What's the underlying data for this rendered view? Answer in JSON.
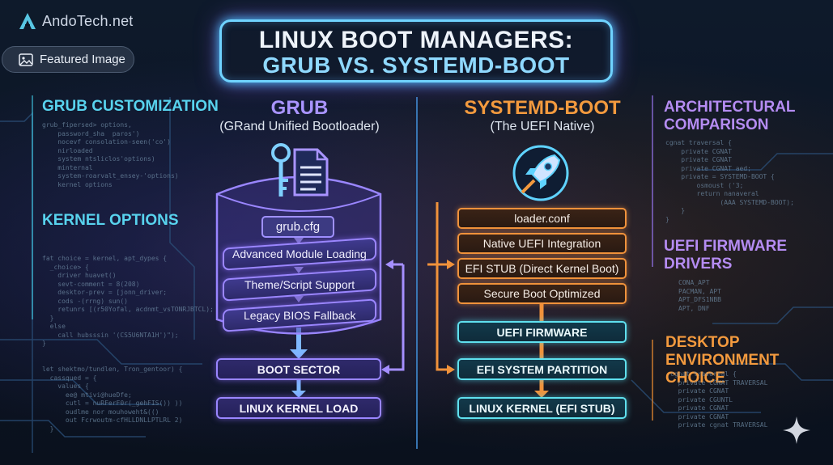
{
  "brand": {
    "name": "AndoTech.net",
    "logo_icon": "a-logo-icon",
    "color": "#58c6e3"
  },
  "badge": {
    "label": "Featured Image",
    "icon": "image-icon"
  },
  "title": {
    "line1": "LINUX BOOT MANAGERS:",
    "line2": "GRUB VS. SYSTEMD-BOOT"
  },
  "left_side": {
    "heading1": "GRUB CUSTOMIZATION",
    "heading2": "KERNEL OPTIONS"
  },
  "right_side": {
    "heading1_line1": "ARCHITECTURAL",
    "heading1_line2": "COMPARISON",
    "heading2_line1": "UEFI FIRMWARE",
    "heading2_line2": "DRIVERS",
    "heading3_line1": "DESKTOP ENVIRONMENT",
    "heading3_line2": "CHOICE"
  },
  "grub": {
    "title": "GRUB",
    "subtitle": "(GRand Unified Bootloader)",
    "icon": "key-and-file-icon",
    "cfg": "grub.cfg",
    "layers": [
      "Advanced Module Loading",
      "Theme/Script Support",
      "Legacy BIOS Fallback"
    ],
    "boot_sector": "BOOT SECTOR",
    "kernel_load": "LINUX KERNEL LOAD",
    "color": "#9b86ff"
  },
  "systemd": {
    "title": "SYSTEMD-BOOT",
    "subtitle": "(The UEFI Native)",
    "icon": "rocket-icon",
    "items": [
      "loader.conf",
      "Native UEFI Integration",
      "EFI STUB (Direct Kernel Boot)",
      "Secure Boot Optimized"
    ],
    "uefi_firmware": "UEFI FIRMWARE",
    "efi_partition": "EFI SYSTEM PARTITION",
    "kernel": "LINUX KERNEL (EFI STUB)",
    "color": "#f0923b",
    "accent": "#5fe0ee"
  },
  "code": {
    "left1": "grub_fipersed> options,\n    password_sha  paros')\n    nocevf consolation-seen('co')\n    nirloaded\n    system ntsliclos'options)\n    minternal\n    system-roarvalt_ensey-'options)\n    kernel options",
    "left2": "fat choice = kernel, apt_dypes {\n  _choice> {\n    driver huavet()\n    sevt-comment = 8(208)\n    desktor-prev = [jonn_driver;\n    cods -(rrng) sun()\n    retunrs [(r50Yofal, acdnmt_vsTONRJBTCL);\n  }\n  else\n    call hubsssin '(CS5U6NTA1H')\");\n}",
    "left3": "let shektmo/tundlen, Tron_gentoor) {\n  cassqued = {\n    values {\n      ee@ mtivi@hueDfe;\n      cutl = nuRFerF0r(_gehFIS()) ))\n      oudlme nor mouhoweht&(()\n      out Fcrwoutm-cfHLLDNLLPTLRL 2)\n  }",
    "right1": "cgnat traversal {\n    private CGNAT\n    private CGNAT\n    private CGNAT aed;\n    private = SYSTEMD-BOOT {\n        osmoust ('3;\n        return nanaveral\n              (AAA SYSTEMD-BOOT);\n    }\n}",
    "right2": "CONA_APT\nPACMAN, APT\nAPT_DFS1NBB\nAPT, DNF",
    "right3": "cgnat traversal {\n  private CGNAT TRAVERSAL\n  private CGNAT\n  private CGUNTL\n  private CGNAT\n  private CGNAT\n  private cgnat TRAVERSAL"
  }
}
